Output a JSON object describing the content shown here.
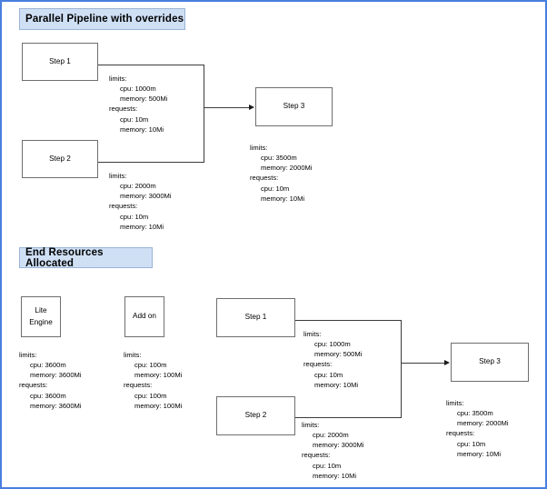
{
  "frame": {
    "border_color": "#4a7ee0",
    "background": "#ffffff"
  },
  "theme": {
    "title_bg": "#cfe0f5",
    "title_border": "#9ab4d6",
    "box_border": "#6e6e6e",
    "line_color": "#3b3b3b"
  },
  "sections": {
    "top": {
      "title": "Parallel Pipeline with  overrides",
      "nodes": {
        "step1": {
          "label": "Step 1"
        },
        "step2": {
          "label": "Step 2"
        },
        "step3": {
          "label": "Step 3"
        }
      },
      "resources": {
        "step1": {
          "limits_label": "limits:",
          "limits_cpu": "cpu: 1000m",
          "limits_memory": "memory: 500Mi",
          "requests_label": "requests:",
          "requests_cpu": "cpu: 10m",
          "requests_memory": "memory: 10Mi"
        },
        "step2": {
          "limits_label": "limits:",
          "limits_cpu": "cpu: 2000m",
          "limits_memory": "memory: 3000Mi",
          "requests_label": "requests:",
          "requests_cpu": "cpu: 10m",
          "requests_memory": "memory: 10Mi"
        },
        "step3": {
          "limits_label": "limits:",
          "limits_cpu": "cpu: 3500m",
          "limits_memory": "memory: 2000Mi",
          "requests_label": "requests:",
          "requests_cpu": "cpu: 10m",
          "requests_memory": "memory: 10Mi"
        }
      }
    },
    "bottom": {
      "title": "End Resources Allocated",
      "nodes": {
        "lite_engine": {
          "label_line1": "Lite",
          "label_line2": "Engine"
        },
        "add_on": {
          "label": "Add on"
        },
        "step1": {
          "label": "Step 1"
        },
        "step2": {
          "label": "Step 2"
        },
        "step3": {
          "label": "Step 3"
        }
      },
      "resources": {
        "lite_engine": {
          "limits_label": "limits:",
          "limits_cpu": "cpu: 3600m",
          "limits_memory": "memory: 3600Mi",
          "requests_label": "requests:",
          "requests_cpu": "cpu: 3600m",
          "requests_memory": "memory: 3600Mi"
        },
        "add_on": {
          "limits_label": "limits:",
          "limits_cpu": "cpu: 100m",
          "limits_memory": "memory: 100Mi",
          "requests_label": "requests:",
          "requests_cpu": "cpu: 100m",
          "requests_memory": "memory: 100Mi"
        },
        "step1": {
          "limits_label": "limits:",
          "limits_cpu": "cpu: 1000m",
          "limits_memory": "memory: 500Mi",
          "requests_label": "requests:",
          "requests_cpu": "cpu: 10m",
          "requests_memory": "memory: 10Mi"
        },
        "step2": {
          "limits_label": "limits:",
          "limits_cpu": "cpu: 2000m",
          "limits_memory": "memory: 3000Mi",
          "requests_label": "requests:",
          "requests_cpu": "cpu: 10m",
          "requests_memory": "memory: 10Mi"
        },
        "step3": {
          "limits_label": "limits:",
          "limits_cpu": "cpu: 3500m",
          "limits_memory": "memory: 2000Mi",
          "requests_label": "requests:",
          "requests_cpu": "cpu: 10m",
          "requests_memory": "memory: 10Mi"
        }
      }
    }
  }
}
